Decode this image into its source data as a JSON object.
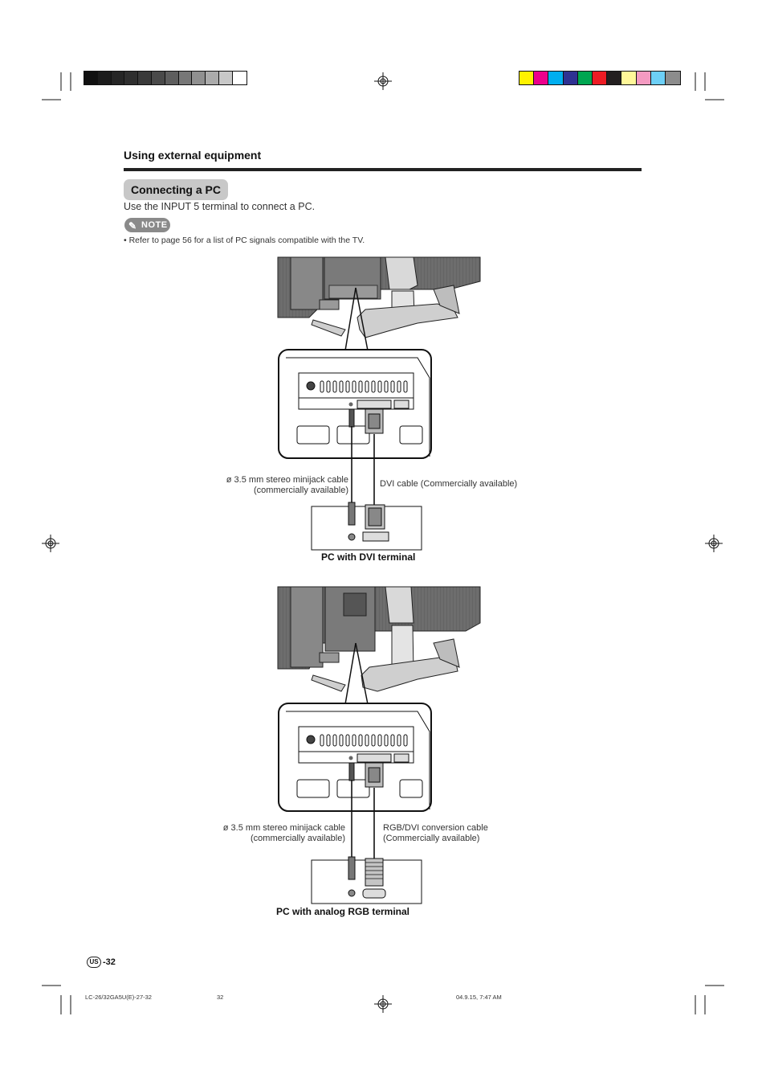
{
  "header": {
    "section_title": "Using external equipment",
    "subsection_title": "Connecting a PC",
    "intro": "Use the INPUT 5 terminal to connect a PC.",
    "note_label": "NOTE",
    "note_bullet": "•  Refer to page 56 for a list of PC signals compatible with the TV."
  },
  "diagram1": {
    "minijack_caption_line1": "ø 3.5 mm stereo minijack cable",
    "minijack_caption_line2": "(commercially available)",
    "cable_caption_line1": "DVI cable (Commercially available)",
    "pc_label": "PC with DVI terminal"
  },
  "diagram2": {
    "minijack_caption_line1": "ø 3.5 mm stereo minijack cable",
    "minijack_caption_line2": "(commercially available)",
    "cable_caption_line1": "RGB/DVI conversion cable",
    "cable_caption_line2": "(Commercially available)",
    "pc_label": "PC with analog RGB terminal"
  },
  "footer": {
    "us_badge": "US",
    "page_number": "-32",
    "doc_code": "LC-26/32GA5U(E)-27-32",
    "sheet_number": "32",
    "timestamp": "04.9.15, 7:47 AM"
  },
  "print_marks": {
    "gray_swatches": [
      "#111111",
      "#1c1c1c",
      "#262626",
      "#2f2f2f",
      "#3a3a3a",
      "#4a4a4a",
      "#5e5e5e",
      "#777777",
      "#909090",
      "#ababab",
      "#c8c8c8",
      "#ffffff"
    ],
    "color_swatches": [
      "#fff200",
      "#ec008c",
      "#00aeef",
      "#2e3192",
      "#00a651",
      "#ed1c24",
      "#231f20",
      "#fff799",
      "#f49ac1",
      "#6dcff6",
      "#8c8c8c"
    ]
  }
}
